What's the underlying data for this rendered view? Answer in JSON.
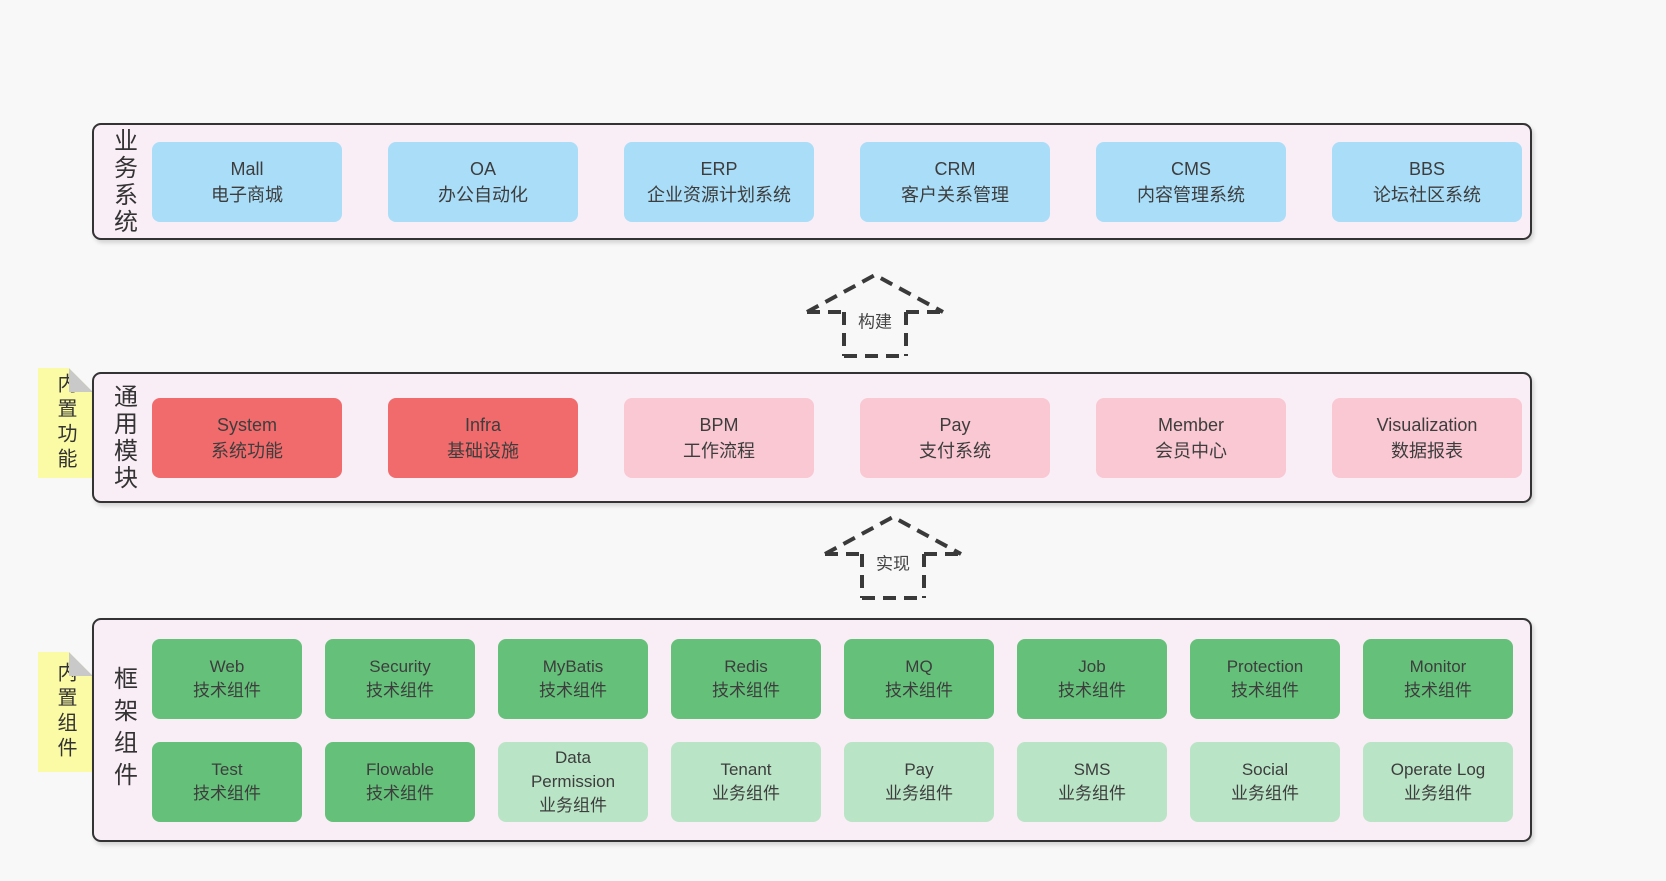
{
  "palette": {
    "page_bg": "#f8f8f8",
    "panel_bg": "#f9edf6",
    "panel_border": "#333333",
    "blue": "#a9ddf8",
    "red": "#f16b6c",
    "pink": "#f9c8d2",
    "green": "#65c17a",
    "green_light": "#bae4c6",
    "note_bg": "#fbfba5",
    "note_fold": "#c9c9c9",
    "text_color": "#3d3d3d"
  },
  "arrows": {
    "build": "构建",
    "implement": "实现"
  },
  "layers": {
    "business": {
      "label": "业务系统",
      "boxes": [
        {
          "title": "Mall",
          "subtitle": "电子商城",
          "variant": "blue"
        },
        {
          "title": "OA",
          "subtitle": "办公自动化",
          "variant": "blue"
        },
        {
          "title": "ERP",
          "subtitle": "企业资源计划系统",
          "variant": "blue"
        },
        {
          "title": "CRM",
          "subtitle": "客户关系管理",
          "variant": "blue"
        },
        {
          "title": "CMS",
          "subtitle": "内容管理系统",
          "variant": "blue"
        },
        {
          "title": "BBS",
          "subtitle": "论坛社区系统",
          "variant": "blue"
        }
      ]
    },
    "common": {
      "label": "通用模块",
      "note": "内置功能",
      "boxes": [
        {
          "title": "System",
          "subtitle": "系统功能",
          "variant": "red"
        },
        {
          "title": "Infra",
          "subtitle": "基础设施",
          "variant": "red"
        },
        {
          "title": "BPM",
          "subtitle": "工作流程",
          "variant": "pink"
        },
        {
          "title": "Pay",
          "subtitle": "支付系统",
          "variant": "pink"
        },
        {
          "title": "Member",
          "subtitle": "会员中心",
          "variant": "pink"
        },
        {
          "title": "Visualization",
          "subtitle": "数据报表",
          "variant": "pink"
        }
      ]
    },
    "framework": {
      "label": "框架组件",
      "note": "内置组件",
      "row1": [
        {
          "title": "Web",
          "subtitle": "技术组件",
          "variant": "green"
        },
        {
          "title": "Security",
          "subtitle": "技术组件",
          "variant": "green"
        },
        {
          "title": "MyBatis",
          "subtitle": "技术组件",
          "variant": "green"
        },
        {
          "title": "Redis",
          "subtitle": "技术组件",
          "variant": "green"
        },
        {
          "title": "MQ",
          "subtitle": "技术组件",
          "variant": "green"
        },
        {
          "title": "Job",
          "subtitle": "技术组件",
          "variant": "green"
        },
        {
          "title": "Protection",
          "subtitle": "技术组件",
          "variant": "green"
        },
        {
          "title": "Monitor",
          "subtitle": "技术组件",
          "variant": "green"
        }
      ],
      "row2": [
        {
          "title": "Test",
          "subtitle": "技术组件",
          "variant": "green"
        },
        {
          "title": "Flowable",
          "subtitle": "技术组件",
          "variant": "green"
        },
        {
          "title": "Data Permission",
          "subtitle": "业务组件",
          "variant": "green-light"
        },
        {
          "title": "Tenant",
          "subtitle": "业务组件",
          "variant": "green-light"
        },
        {
          "title": "Pay",
          "subtitle": "业务组件",
          "variant": "green-light"
        },
        {
          "title": "SMS",
          "subtitle": "业务组件",
          "variant": "green-light"
        },
        {
          "title": "Social",
          "subtitle": "业务组件",
          "variant": "green-light"
        },
        {
          "title": "Operate Log",
          "subtitle": "业务组件",
          "variant": "green-light"
        }
      ]
    }
  }
}
